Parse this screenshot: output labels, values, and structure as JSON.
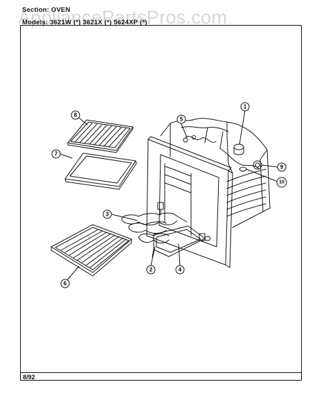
{
  "watermark": "AppliancePartsPros.com",
  "header": {
    "section_label": "Section: OVEN",
    "models_label": "Models: 3621W (*) 3621X (*) 5624XP (*)"
  },
  "footer": {
    "date_code": "8/92"
  },
  "callouts": [
    {
      "id": "1",
      "label": "1"
    },
    {
      "id": "2",
      "label": "2"
    },
    {
      "id": "3",
      "label": "3"
    },
    {
      "id": "4",
      "label": "4"
    },
    {
      "id": "5",
      "label": "5"
    },
    {
      "id": "6",
      "label": "6"
    },
    {
      "id": "7",
      "label": "7"
    },
    {
      "id": "8",
      "label": "8"
    },
    {
      "id": "9",
      "label": "9"
    },
    {
      "id": "10",
      "label": "10"
    }
  ]
}
